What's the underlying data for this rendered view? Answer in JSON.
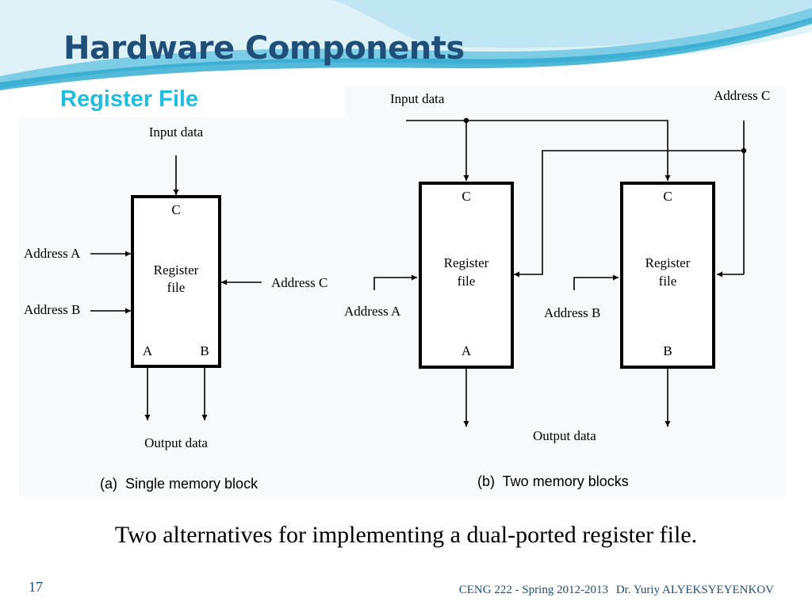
{
  "slide": {
    "title": "Hardware Components",
    "subtitle": "Register File",
    "caption": "Two alternatives for implementing a dual-ported register file.",
    "slide_number": "17",
    "footer_course": "CENG 222 - Spring 2012-2013",
    "footer_author": "Dr. Yuriy ALYEKSYEYENKOV"
  },
  "diagram_a": {
    "input_data": "Input data",
    "port_c": "C",
    "block_line1": "Register",
    "block_line2": "file",
    "address_a": "Address A",
    "address_b": "Address B",
    "address_c": "Address C",
    "port_a": "A",
    "port_b": "B",
    "output_data": "Output data",
    "caption": "(a)  Single memory block"
  },
  "diagram_b": {
    "input_data": "Input data",
    "address_c": "Address C",
    "left_port_c": "C",
    "left_block_line1": "Register",
    "left_block_line2": "file",
    "left_port_a": "A",
    "right_port_c": "C",
    "right_block_line1": "Register",
    "right_block_line2": "file",
    "right_port_b": "B",
    "address_a": "Address A",
    "address_b": "Address B",
    "output_data": "Output data",
    "caption": "(b)  Two memory blocks"
  },
  "colors": {
    "title": "#1f4e79",
    "subtitle": "#1ebee0",
    "wave_light": "#bfe6f2",
    "wave_mid": "#7dcde6",
    "wave_dark": "#2aa7cf"
  }
}
